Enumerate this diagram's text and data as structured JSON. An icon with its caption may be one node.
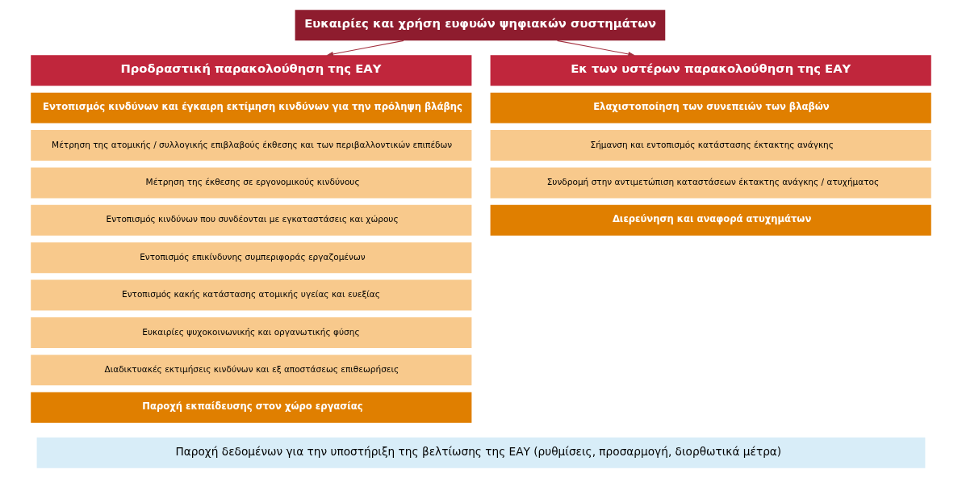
{
  "diagram": {
    "nodes": [
      {
        "text": [
          "Ευκαιρίες και χρήση ευφυών ψηφιακών συστημάτων"
        ]
      },
      {
        "text": [
          "Προδραστική παρακολούθηση της ΕΑΥ"
        ]
      },
      {
        "text": [
          "Εκ των υστέρων παρακολούθηση της ΕΑΥ"
        ]
      },
      {
        "text": [
          "Εντοπισμός κινδύνων και έγκαιρη εκτίμηση κινδύνων για την πρόληψη βλάβης"
        ]
      },
      {
        "text": [
          "Μέτρηση της ατομικής / συλλογικής επιβλαβούς έκθεσης και των περιβαλλοντικών επιπέδων"
        ]
      },
      {
        "text": [
          "Μέτρηση της έκθεσης σε εργονομικούς κινδύνους"
        ]
      },
      {
        "text": [
          "Εντοπισμός κινδύνων που συνδέονται με εγκαταστάσεις και χώρους"
        ]
      },
      {
        "text": [
          "Εντοπισμός επικίνδυνης συμπεριφοράς εργαζομένων"
        ]
      },
      {
        "text": [
          "Εντοπισμός κακής κατάστασης ατομικής υγείας και ευεξίας"
        ]
      },
      {
        "text": [
          "Ευκαιρίες ψυχοκοινωνικής και οργανωτικής φύσης"
        ]
      },
      {
        "text": [
          "Διαδικτυακές εκτιμήσεις κινδύνων και εξ αποστάσεως επιθεωρήσεις"
        ]
      },
      {
        "text": [
          "Παροχή εκπαίδευσης στον χώρο εργασίας"
        ]
      },
      {
        "text": [
          "Ελαχιστοποίηση των συνεπειών των βλαβών"
        ]
      },
      {
        "text": [
          "Σήμανση και εντοπισμός κατάστασης έκτακτης ανάγκης"
        ]
      },
      {
        "text": [
          "Συνδρομή στην αντιμετώπιση καταστάσεων έκτακτης ανάγκης / ατυχήματος"
        ]
      },
      {
        "text": [
          "Διερεύνηση και αναφορά ατυχημάτων"
        ]
      },
      {
        "text": [
          "Παροχή δεδομένων για την υποστήριξη της βελτίωσης της ΕΑΥ (ρυθμίσεις, προσαρμογή, διορθωτικά μέτρα)"
        ]
      }
    ],
    "edges": [
      {
        "from": 0,
        "to": 1,
        "arrow": "to"
      },
      {
        "from": 0,
        "to": 2,
        "arrow": "to"
      }
    ]
  }
}
